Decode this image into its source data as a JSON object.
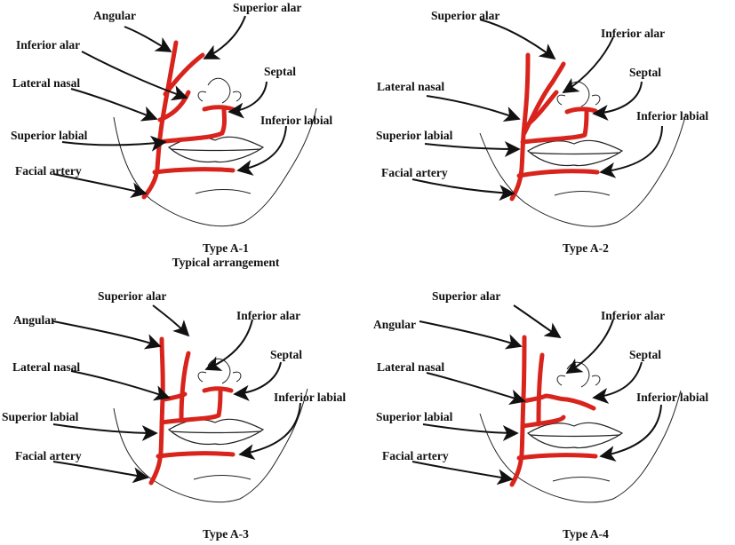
{
  "colors": {
    "artery": "#d8241c",
    "text": "#111111",
    "outline": "#222222"
  },
  "panels": [
    {
      "id": "a1",
      "caption": "Type A-1",
      "subcaption": "Typical arrangement",
      "labels": {
        "angular": "Angular",
        "superior_alar": "Superior alar",
        "inferior_alar": "Inferior alar",
        "septal": "Septal",
        "lateral_nasal": "Lateral nasal",
        "inferior_labial": "Inferior labial",
        "superior_labial": "Superior labial",
        "facial_artery": "Facial artery"
      }
    },
    {
      "id": "a2",
      "caption": "Type A-2",
      "labels": {
        "superior_alar": "Superior alar",
        "inferior_alar": "Inferior alar",
        "septal": "Septal",
        "lateral_nasal": "Lateral nasal",
        "inferior_labial": "Inferior labial",
        "superior_labial": "Superior labial",
        "facial_artery": "Facial artery"
      }
    },
    {
      "id": "a3",
      "caption": "Type A-3",
      "labels": {
        "superior_alar": "Superior alar",
        "angular": "Angular",
        "inferior_alar": "Inferior alar",
        "lateral_nasal": "Lateral nasal",
        "septal": "Septal",
        "inferior_labial": "Inferior labial",
        "superior_labial": "Superior labial",
        "facial_artery": "Facial artery"
      }
    },
    {
      "id": "a4",
      "caption": "Type A-4",
      "labels": {
        "superior_alar": "Superior alar",
        "angular": "Angular",
        "inferior_alar": "Inferior alar",
        "lateral_nasal": "Lateral nasal",
        "septal": "Septal",
        "inferior_labial": "Inferior labial",
        "superior_labial": "Superior labial",
        "facial_artery": "Facial artery"
      }
    }
  ]
}
